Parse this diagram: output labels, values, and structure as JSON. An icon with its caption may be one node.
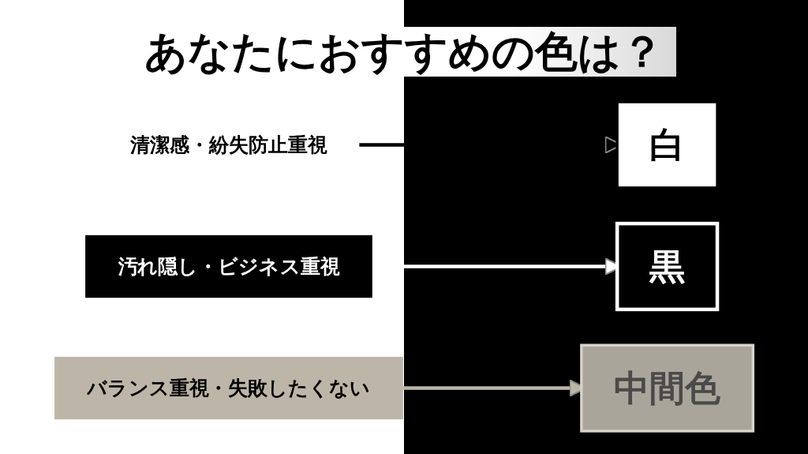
{
  "diagram": {
    "title": "あなたにおすすめの色は？",
    "nodes": [
      {
        "text": [
          "清潔感・紛失防止重視"
        ]
      },
      {
        "text": [
          "白"
        ]
      },
      {
        "text": [
          "汚れ隠し・ビジネス重視"
        ]
      },
      {
        "text": [
          "黒"
        ]
      },
      {
        "text": [
          "バランス重視・失敗したくない"
        ]
      },
      {
        "text": [
          "中間色"
        ]
      }
    ],
    "edges": [
      {
        "from": 0,
        "to": 1,
        "arrow": "to",
        "color": "#000000"
      },
      {
        "from": 2,
        "to": 3,
        "arrow": "to",
        "color": "#ffffff"
      },
      {
        "from": 4,
        "to": 5,
        "arrow": "to",
        "color": "#bdb6a8"
      }
    ]
  }
}
